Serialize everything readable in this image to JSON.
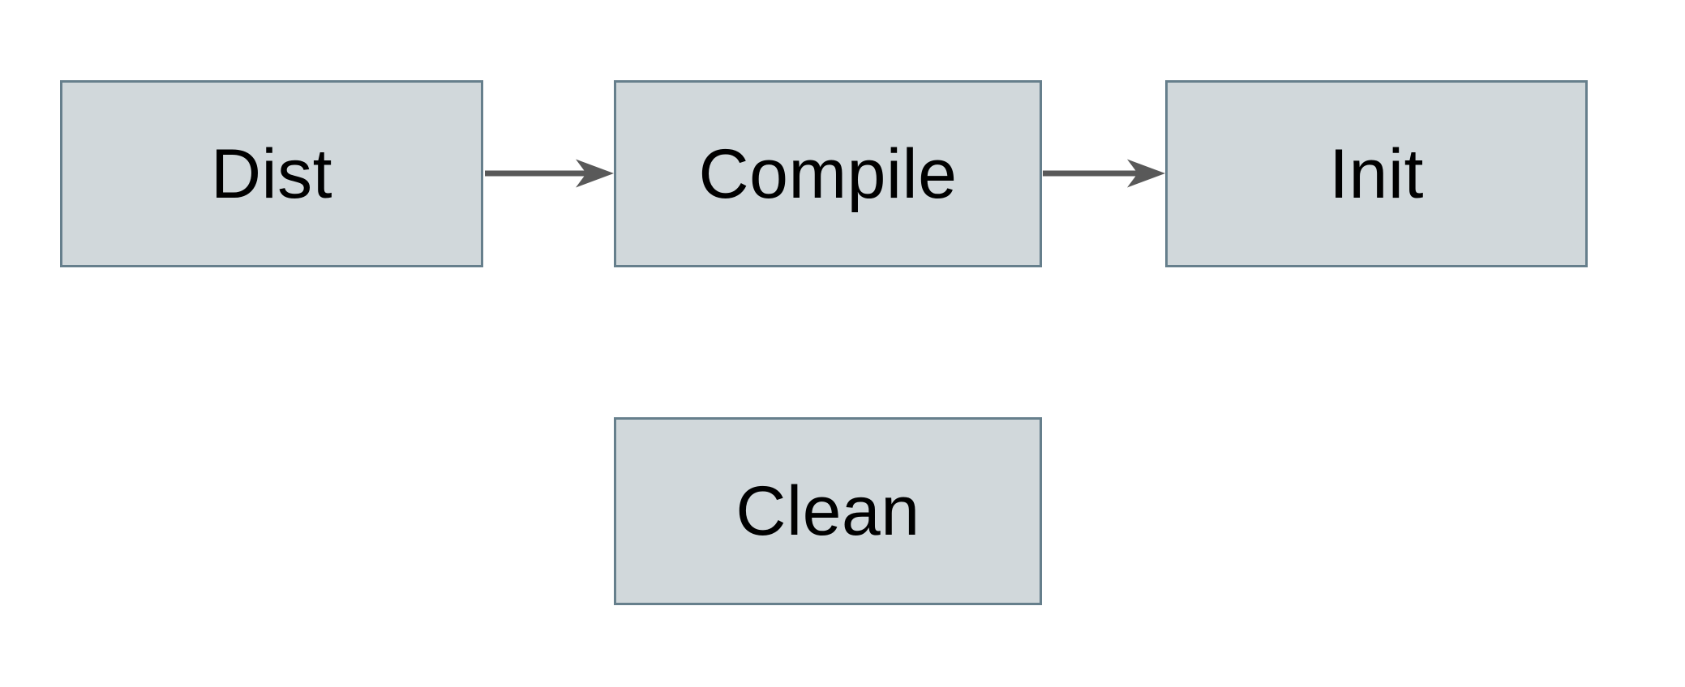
{
  "diagram": {
    "type": "flowchart",
    "nodes": [
      {
        "id": "dist",
        "label": "Dist",
        "row": 1
      },
      {
        "id": "compile",
        "label": "Compile",
        "row": 1
      },
      {
        "id": "init",
        "label": "Init",
        "row": 1
      },
      {
        "id": "clean",
        "label": "Clean",
        "row": 2
      }
    ],
    "edges": [
      {
        "from": "dist",
        "to": "compile",
        "style": "solid",
        "arrowhead": "barbed-right"
      },
      {
        "from": "compile",
        "to": "init",
        "style": "solid",
        "arrowhead": "barbed-right"
      }
    ],
    "colors": {
      "canvas_background": "#ffffff",
      "node_fill": "#d1d8db",
      "node_border": "#667f8c",
      "arrow": "#595959",
      "label_text": "#000000"
    }
  }
}
